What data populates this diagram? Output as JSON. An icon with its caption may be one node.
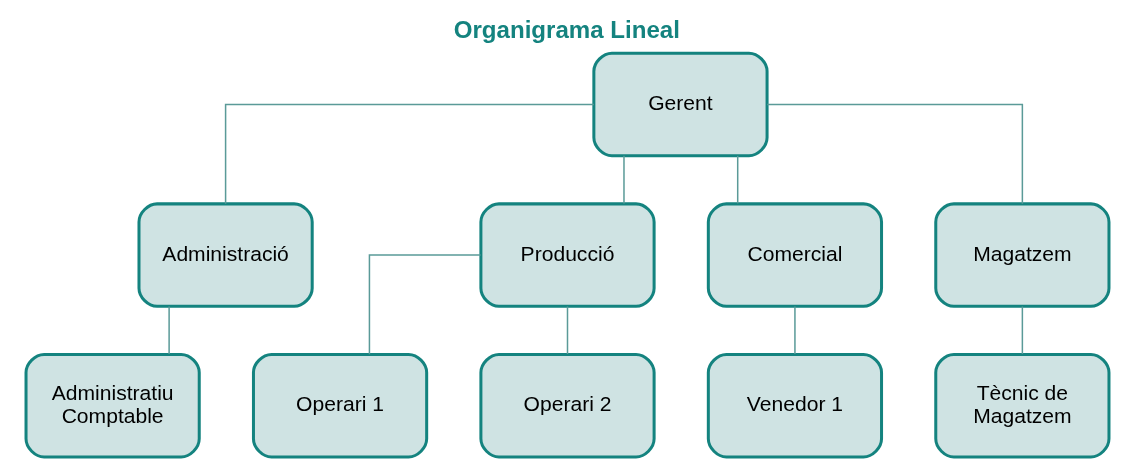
{
  "diagram": {
    "title": "Organigrama Lineal",
    "nodes": [
      {
        "text": [
          "Gerent"
        ]
      },
      {
        "text": [
          "Administració"
        ]
      },
      {
        "text": [
          "Producció"
        ]
      },
      {
        "text": [
          "Comercial"
        ]
      },
      {
        "text": [
          "Magatzem"
        ]
      },
      {
        "text": [
          "Administratiu Comptable"
        ]
      },
      {
        "text": [
          "Operari 1"
        ]
      },
      {
        "text": [
          "Operari 2"
        ]
      },
      {
        "text": [
          "Venedor 1"
        ]
      },
      {
        "text": [
          "Tècnic de Magatzem"
        ]
      }
    ],
    "edges": [
      {
        "from": 0,
        "to": 1,
        "arrow": "none"
      },
      {
        "from": 0,
        "to": 2,
        "arrow": "none"
      },
      {
        "from": 0,
        "to": 3,
        "arrow": "none"
      },
      {
        "from": 0,
        "to": 4,
        "arrow": "none"
      },
      {
        "from": 1,
        "to": 5,
        "arrow": "none"
      },
      {
        "from": 2,
        "to": 6,
        "arrow": "none"
      },
      {
        "from": 2,
        "to": 7,
        "arrow": "none"
      },
      {
        "from": 3,
        "to": 8,
        "arrow": "none"
      },
      {
        "from": 4,
        "to": 9,
        "arrow": "none"
      }
    ]
  }
}
